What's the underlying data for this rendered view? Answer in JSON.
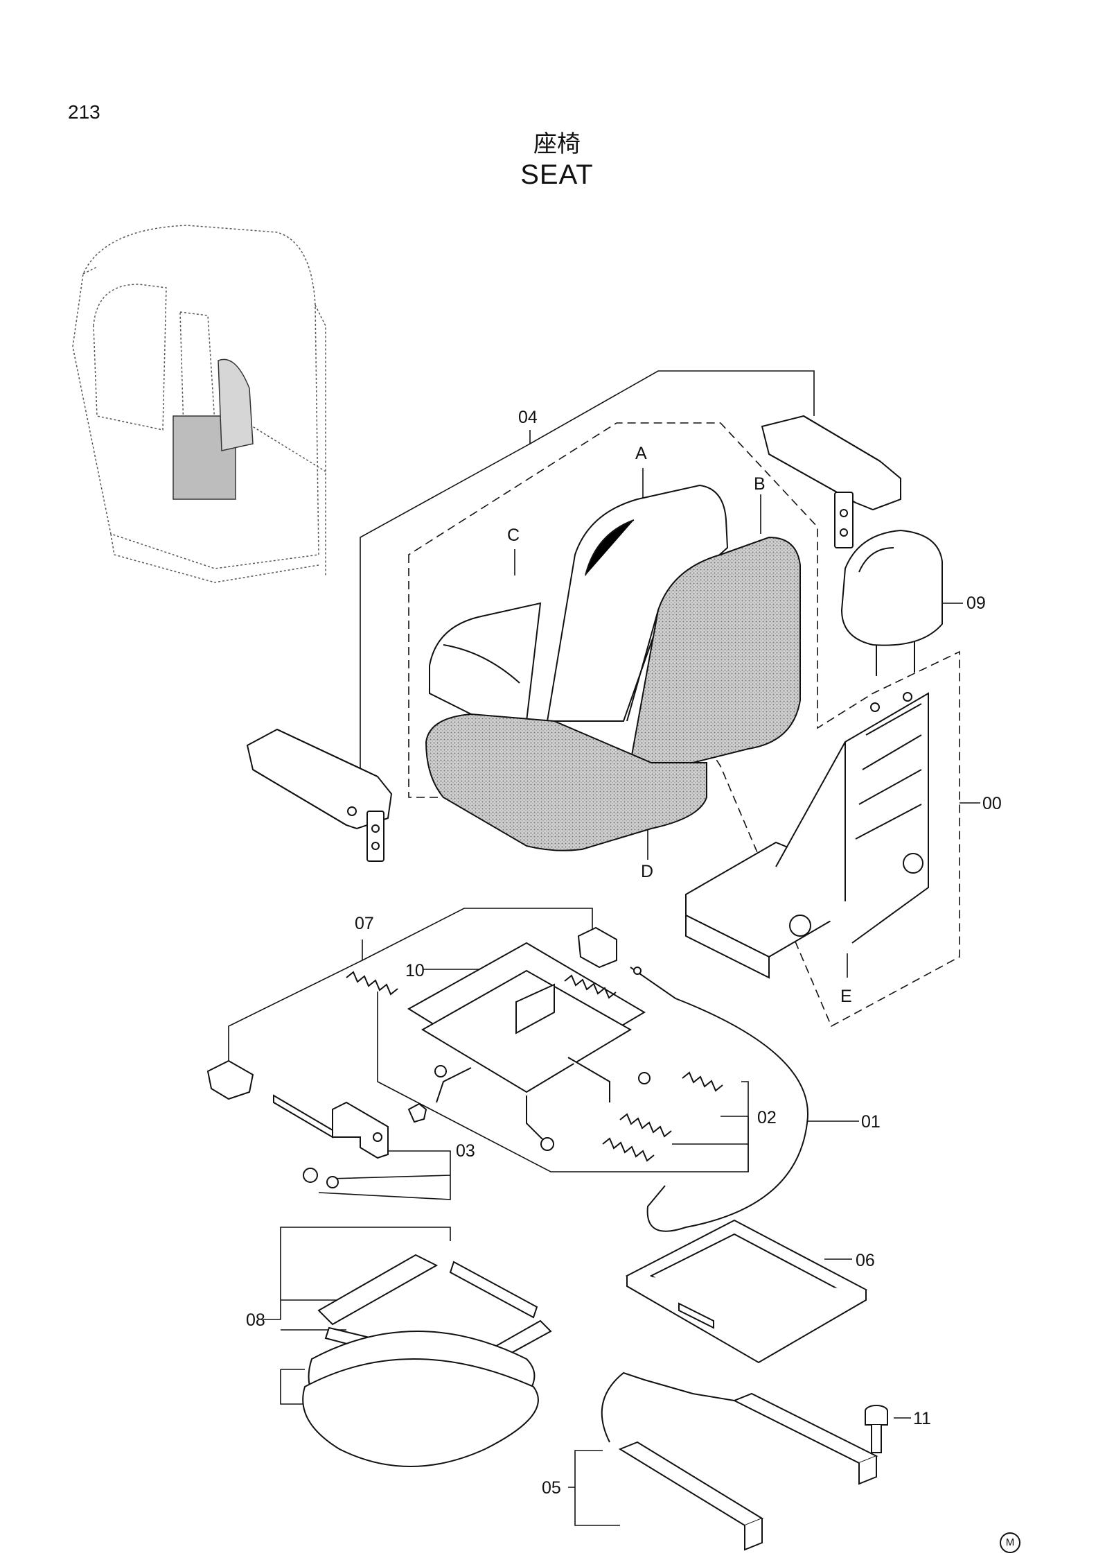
{
  "page": {
    "number": "213",
    "title_jp": "座椅",
    "title_en": "SEAT",
    "mark": "M"
  },
  "callouts": {
    "c04": "04",
    "cA": "A",
    "cB": "B",
    "cC": "C",
    "cD": "D",
    "cE": "E",
    "c09": "09",
    "c00": "00",
    "c07": "07",
    "c10": "10",
    "c02": "02",
    "c01": "01",
    "c03": "03",
    "c06": "06",
    "c08": "08",
    "c11": "11",
    "c05": "05"
  },
  "colors": {
    "line": "#111111",
    "shade": "#9a9a9a",
    "background": "#ffffff"
  }
}
